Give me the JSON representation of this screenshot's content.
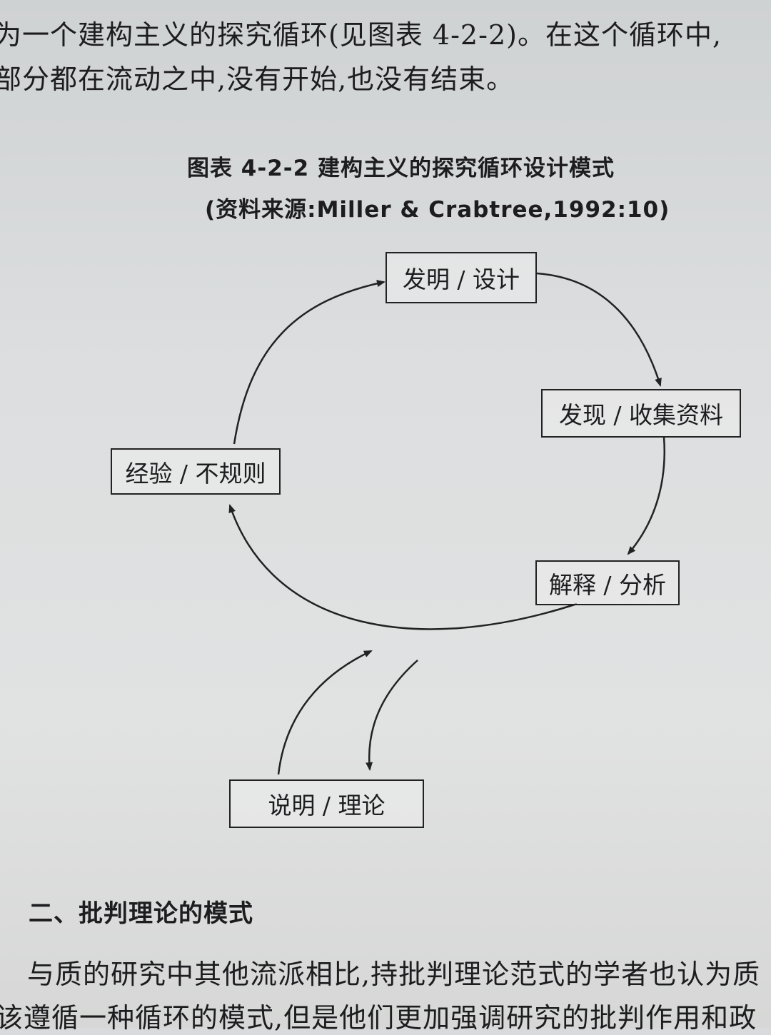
{
  "body_text": {
    "line1": "为一个建构主义的探究循环(见图表 4-2-2)。在这个循环中,",
    "line2": "部分都在流动之中,没有开始,也没有结束。"
  },
  "figure": {
    "title": "图表 4-2-2   建构主义的探究循环设计模式",
    "source": "(资料来源:Miller & Crabtree,1992:10)",
    "nodes": {
      "design": "发明 / 设计",
      "collect": "发现 / 收集资料",
      "analyze": "解释 / 分析",
      "experience": "经验 / 不规则",
      "theory": "说明 / 理论"
    }
  },
  "section": {
    "heading": "二、批判理论的模式",
    "line1": "与质的研究中其他流派相比,持批判理论范式的学者也认为质",
    "line2": "该遵循一种循环的模式,但是他们更加强调研究的批判作用和政"
  },
  "colors": {
    "ink": "#1d1d1f",
    "paper": "#dcdedf"
  }
}
